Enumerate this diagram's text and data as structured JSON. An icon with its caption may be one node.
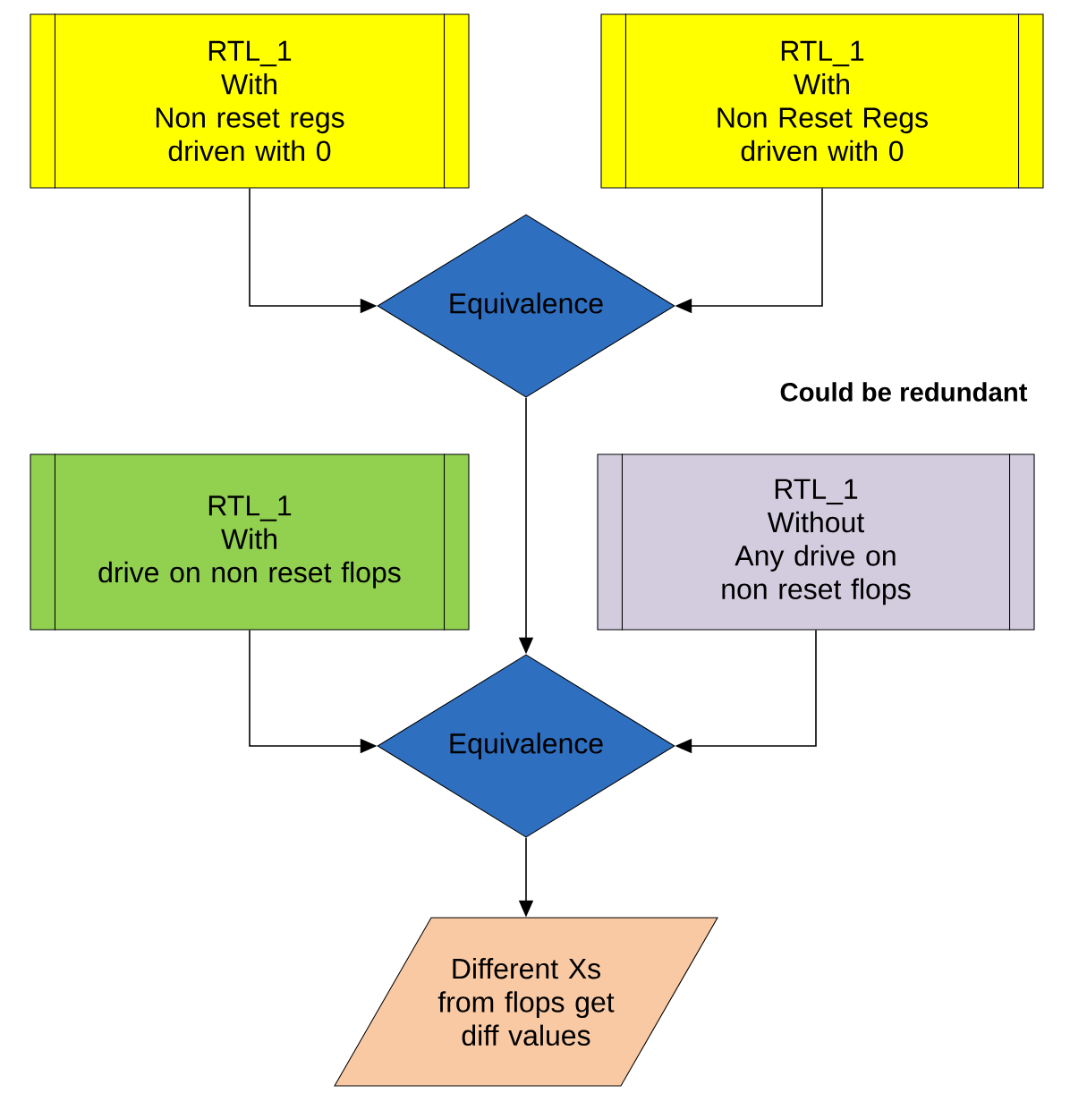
{
  "diagram": {
    "nodes": [
      {
        "text": [
          "RTL_1",
          "With",
          "Non reset regs driven with 0"
        ]
      },
      {
        "text": [
          "RTL_1",
          "With",
          "Non Reset Regs driven with 0"
        ]
      },
      {
        "text": [
          "Equivalence"
        ]
      },
      {
        "text": [
          "RTL_1",
          "With",
          "drive on non reset flops"
        ]
      },
      {
        "text": [
          "RTL_1",
          "Without",
          "Any drive on non reset flops"
        ]
      },
      {
        "text": [
          "Equivalence"
        ]
      },
      {
        "text": [
          "Different Xs from flops get diff values"
        ]
      }
    ],
    "edges": [
      {
        "from": 0,
        "to": 2,
        "arrow": "to"
      },
      {
        "from": 1,
        "to": 2,
        "arrow": "to"
      },
      {
        "from": 2,
        "to": 5,
        "arrow": "to"
      },
      {
        "from": 3,
        "to": 5,
        "arrow": "to"
      },
      {
        "from": 4,
        "to": 5,
        "arrow": "to"
      },
      {
        "from": 5,
        "to": 6,
        "arrow": "to"
      }
    ],
    "labels": [
      "Could be redundant"
    ]
  }
}
